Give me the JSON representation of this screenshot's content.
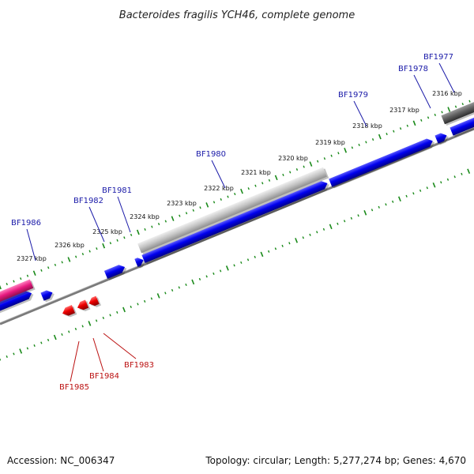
{
  "title": "Bacteroides fragilis YCH46, complete genome",
  "footer": {
    "accession": "Accession: NC_006347",
    "summary": "Topology: circular; Length: 5,277,274 bp; Genes: 4,670"
  },
  "scale_labels": [
    "2316 kbp",
    "2317 kbp",
    "2318 kbp",
    "2319 kbp",
    "2320 kbp",
    "2321 kbp",
    "2322 kbp",
    "2323 kbp",
    "2324 kbp",
    "2325 kbp",
    "2326 kbp",
    "2327 kbp"
  ],
  "forward_genes": [
    "BF1977",
    "BF1978",
    "BF1979",
    "BF1980",
    "BF1981",
    "BF1982",
    "BF1986"
  ],
  "reverse_genes": [
    "BF1983",
    "BF1984",
    "BF1985"
  ],
  "colors": {
    "forward": "#0000dd",
    "reverse": "#dd0000",
    "tick": "#1a8a1a",
    "backbone": "#7a7a7a",
    "label_forward": "#1a1aa8",
    "label_reverse": "#bb1111",
    "magenta": "#e0187a",
    "grey_light": "#bdbdbd",
    "grey_dark": "#5a5a5a"
  }
}
